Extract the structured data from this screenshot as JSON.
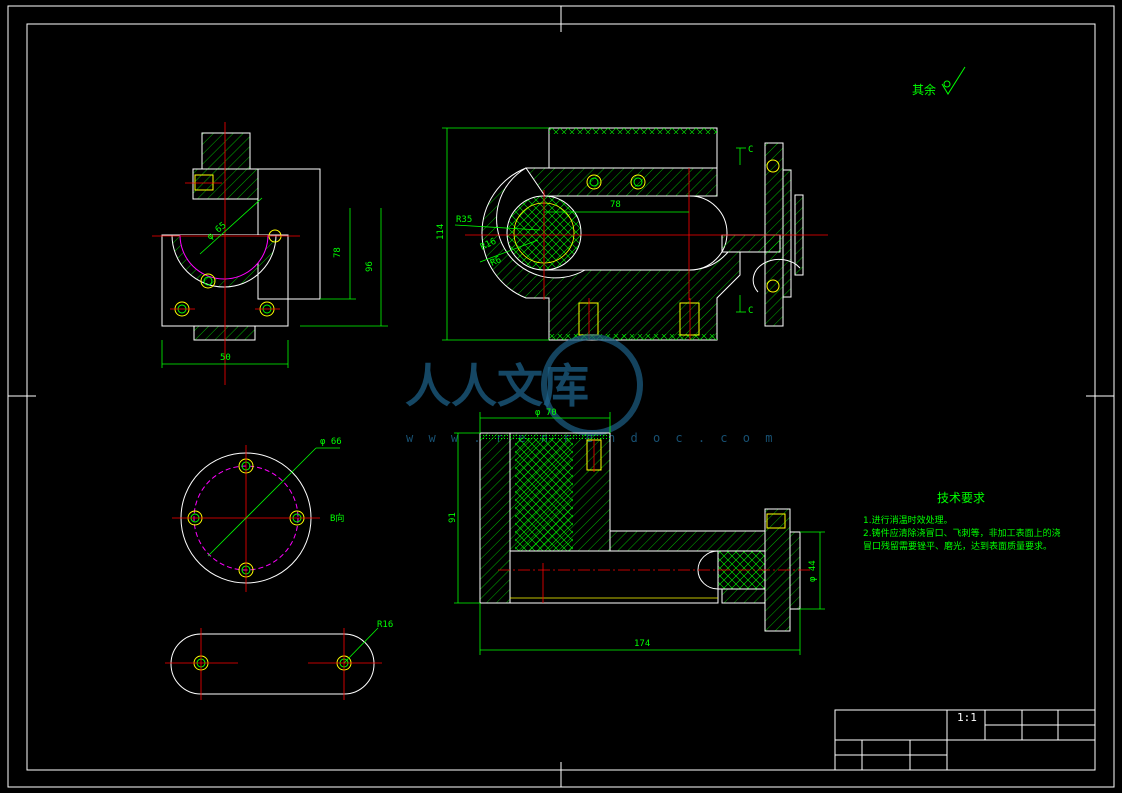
{
  "drawing": {
    "colors": {
      "background": "#000000",
      "outline": "#ffffff",
      "centerline": "#ff0000",
      "dimension": "#00ff00",
      "hatch": "#00ff00",
      "circle_accent": "#ffff00",
      "pitch_circle": "#ff00ff"
    },
    "dimensions": {
      "left_width": "50",
      "left_h1": "78",
      "left_h2": "96",
      "left_phi": "φ 65",
      "main_height": "114",
      "main_r": "R35",
      "main_len": "78",
      "main_r2": "R16",
      "main_r3": "R6",
      "bottom_phi_top": "φ 70",
      "bottom_height": "91",
      "bottom_len": "174",
      "bottom_phi_right": "φ 44",
      "circle_phi": "φ 66",
      "slot_r": "R16"
    },
    "labels": {
      "section_c_top": "C",
      "section_c_bottom": "C",
      "view_label": "B向",
      "surface_finish": "其余"
    },
    "technical_requirements": {
      "title": "技术要求",
      "items": [
        "1.进行消温时效处理。",
        "2.铸件应清除浇冒口、飞刺等，非加工表面上的浇",
        "冒口残留需要锉平、磨光，达到表面质量要求。"
      ]
    },
    "title_block": {
      "scale": "1:1"
    },
    "watermark": {
      "text": "人人文库",
      "url": "w w w . r e n r e n d o c . c o m"
    }
  }
}
